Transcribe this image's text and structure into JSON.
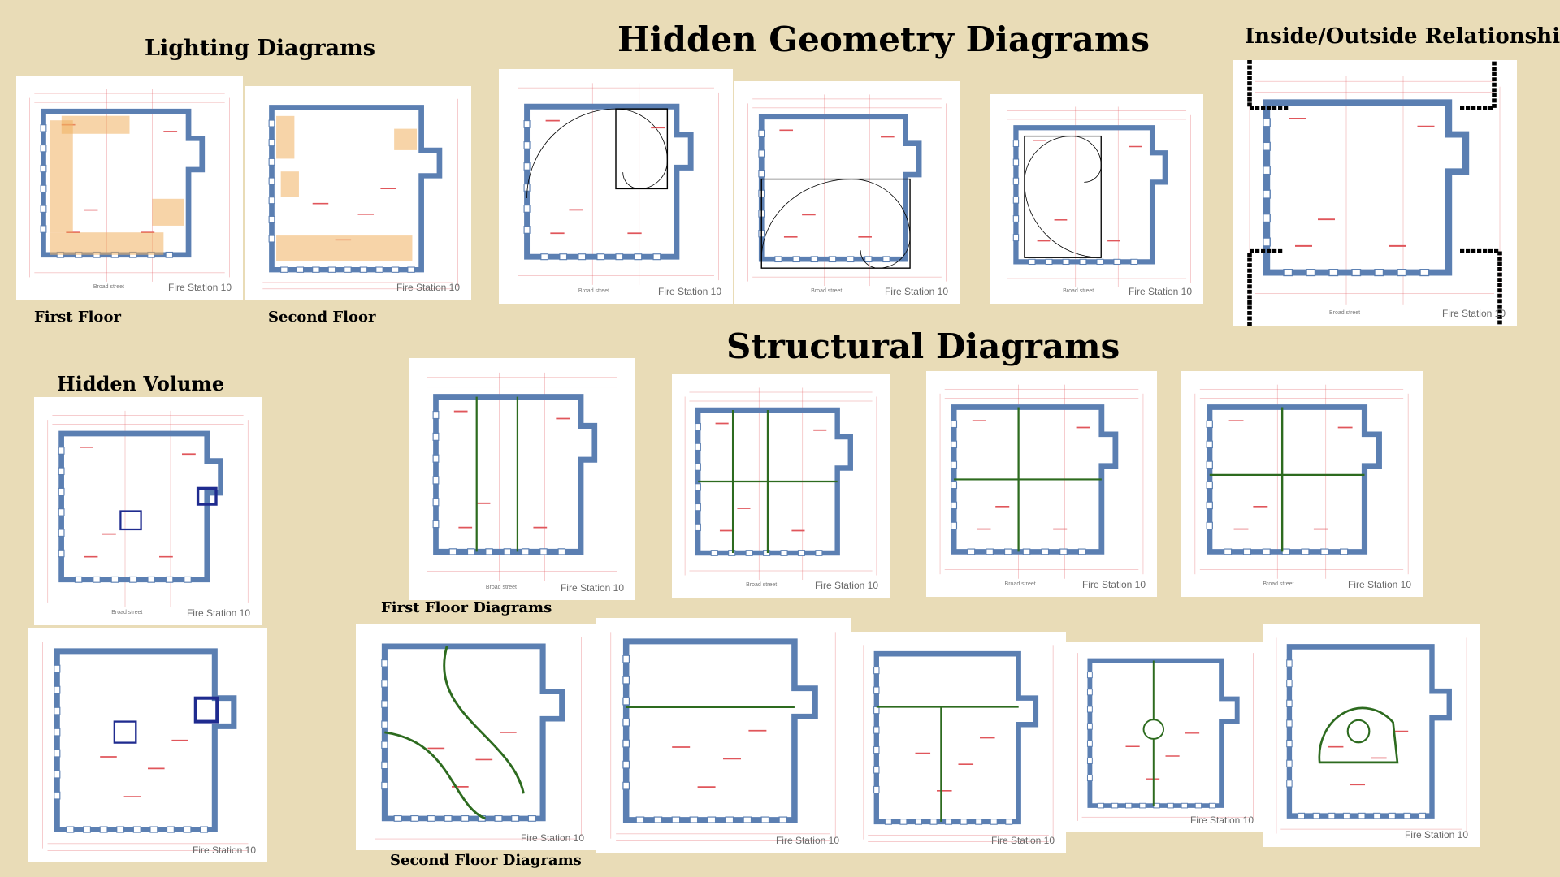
{
  "headings": {
    "lighting": "Lighting Diagrams",
    "hidden_geometry": "Hidden Geometry Diagrams",
    "inside_outside": "Inside/Outside Relationship",
    "structural": "Structural Diagrams",
    "hidden_volume": "Hidden Volume",
    "first_floor": "First Floor",
    "second_floor": "Second Floor",
    "first_floor_diagrams": "First Floor Diagrams",
    "second_floor_diagrams": "Second Floor Diagrams"
  },
  "stamp": "Fire Station 10",
  "street": "Broad street",
  "colors": {
    "background": "#e9dcb7",
    "wall": "#5b7fb2",
    "dimension": "#e0565b",
    "structure": "#2d6b1f",
    "volume": "#1f2b8f",
    "light": "#f0b060"
  },
  "cards": [
    {
      "id": "lighting-first",
      "kind": "plan1",
      "overlay": "light1"
    },
    {
      "id": "lighting-second",
      "kind": "plan2",
      "overlay": "light2"
    },
    {
      "id": "geometry-1",
      "kind": "plan1",
      "overlay": "spiral1"
    },
    {
      "id": "geometry-2",
      "kind": "plan1",
      "overlay": "spiral2"
    },
    {
      "id": "geometry-3",
      "kind": "plan1",
      "overlay": "spiral3"
    },
    {
      "id": "inside-outside",
      "kind": "plan1",
      "overlay": "inout"
    },
    {
      "id": "volume-first",
      "kind": "plan1",
      "overlay": "vol1"
    },
    {
      "id": "volume-second",
      "kind": "plan2",
      "overlay": "vol2"
    },
    {
      "id": "structural-first-1",
      "kind": "plan1",
      "overlay": "sf1"
    },
    {
      "id": "structural-first-2",
      "kind": "plan1",
      "overlay": "sf2"
    },
    {
      "id": "structural-first-3",
      "kind": "plan1",
      "overlay": "sf3"
    },
    {
      "id": "structural-first-4",
      "kind": "plan1",
      "overlay": "sf4"
    },
    {
      "id": "structural-second-1",
      "kind": "plan2",
      "overlay": "ss1"
    },
    {
      "id": "structural-second-2",
      "kind": "plan2",
      "overlay": "ss2"
    },
    {
      "id": "structural-second-3",
      "kind": "plan2",
      "overlay": "ss3"
    },
    {
      "id": "structural-second-4",
      "kind": "plan2",
      "overlay": "ss4"
    },
    {
      "id": "structural-second-5",
      "kind": "plan2",
      "overlay": "ss5"
    }
  ]
}
